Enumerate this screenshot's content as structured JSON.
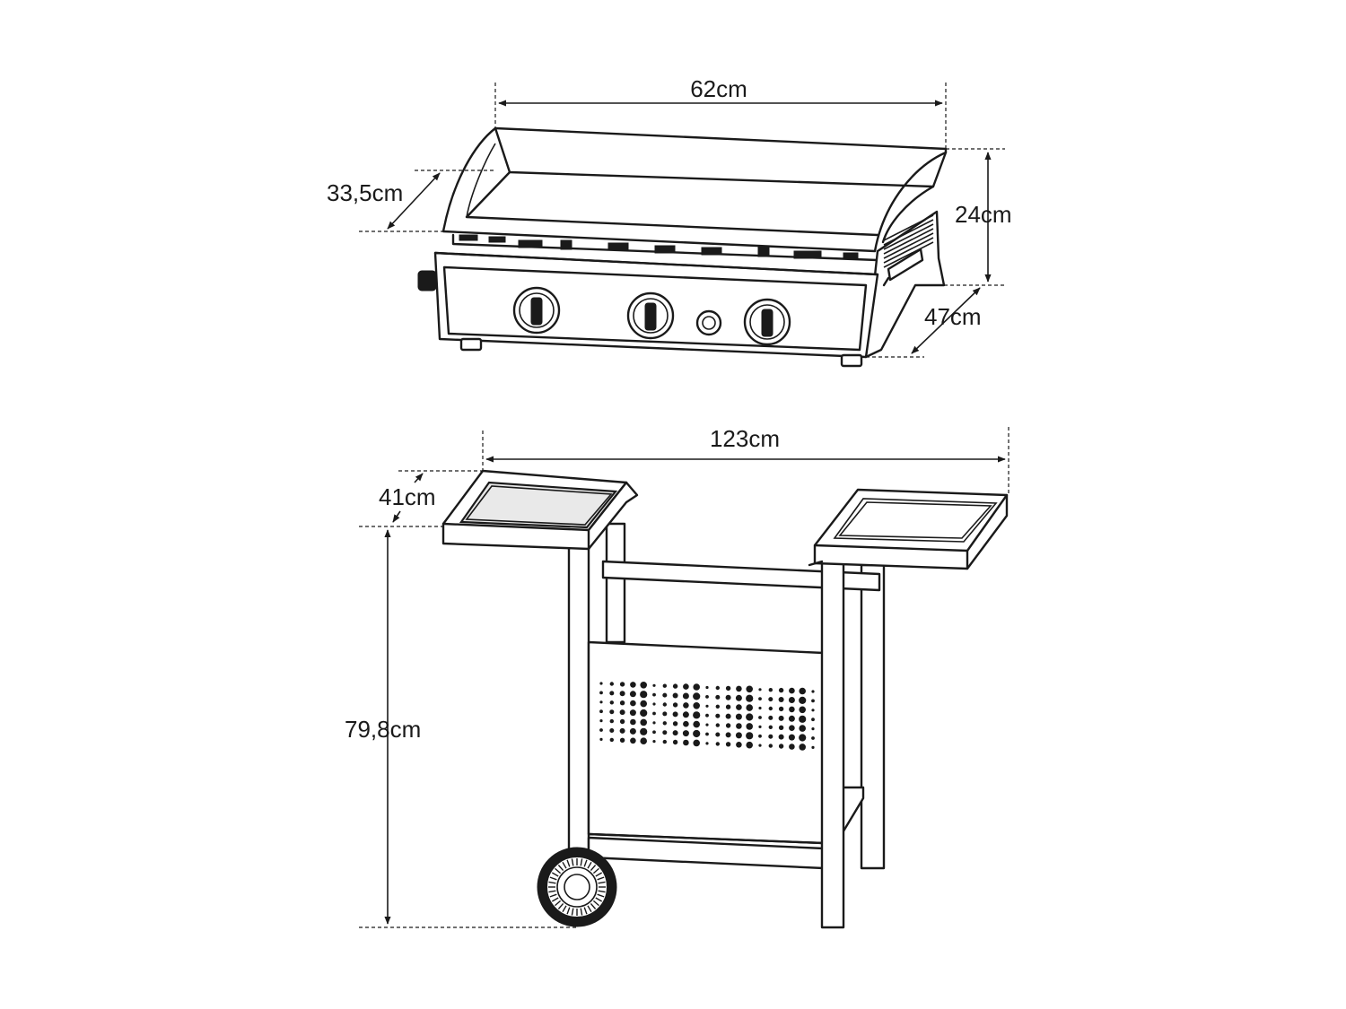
{
  "dimensions": {
    "plancha_width": "62cm",
    "plancha_depth": "33,5cm",
    "plancha_height": "24cm",
    "plancha_body_depth": "47cm",
    "cart_width": "123cm",
    "cart_depth": "41cm",
    "cart_height": "79,8cm"
  },
  "colors": {
    "line": "#1a1a1a",
    "background": "#ffffff"
  }
}
